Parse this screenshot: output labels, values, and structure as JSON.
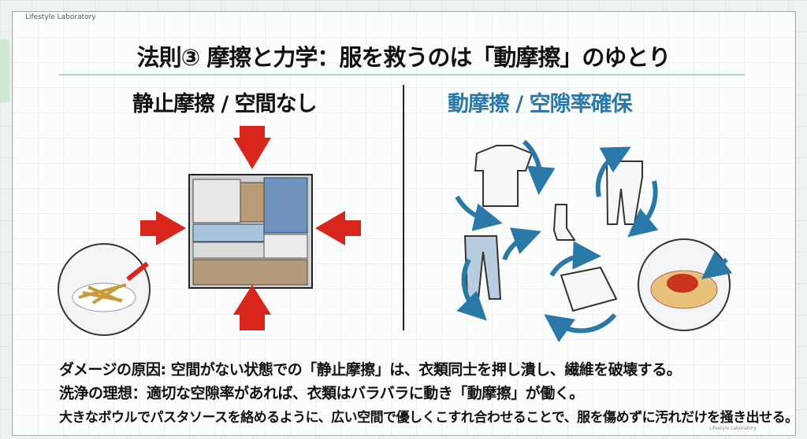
{
  "brand": "Lifestyle Laboratory",
  "title": "法則③ 摩擦と力学：服を救うのは「動摩擦」のゆとり",
  "left": {
    "heading": "静止摩擦 / 空間なし"
  },
  "right": {
    "heading": "動摩擦 / 空隙率確保"
  },
  "lines": [
    "ダメージの原因: 空間がない状態での「静止摩擦」は、衣類同士を押し潰し、繊維を破壊する。",
    "洗浄の理想：適切な空隙率があれば、衣類はバラバラに動き「動摩擦」が働く。",
    "大きなボウルでパスタソースを絡めるように、広い空間で優しくこすれ合わせることで、服を傷めずに汚れだけを掻き出せる。"
  ],
  "colors": {
    "red": "#d8261c",
    "blue": "#2a78a8"
  }
}
